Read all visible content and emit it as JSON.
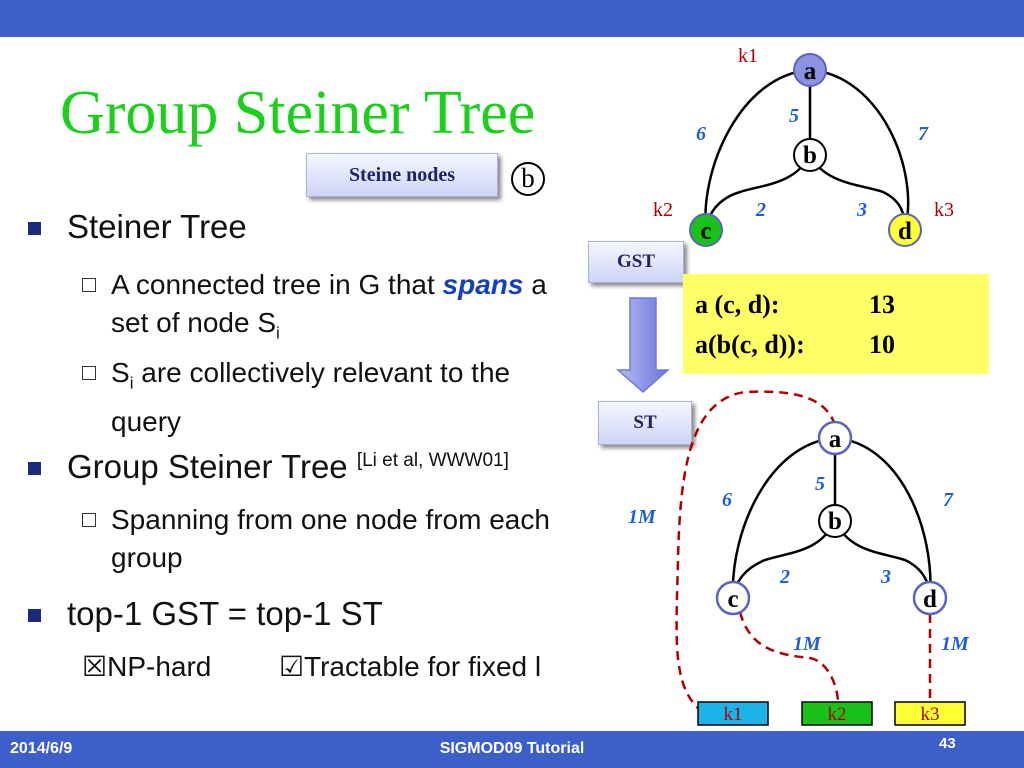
{
  "slide": {
    "title": "Group Steiner Tree",
    "steine_button": "Steine nodes",
    "circled_node": "b",
    "gst_button": "GST",
    "st_button": "ST"
  },
  "bullets": {
    "b1": "Steiner Tree",
    "b1_s1_pre": "A connected tree in G that",
    "b1_s1_em": "spans",
    "b1_s1_post": "a",
    "b1_s1_line2": "set of node S",
    "b1_s1_sub": "i",
    "b1_s2_S": "S",
    "b1_s2_sub": "i",
    "b1_s2_rest": " are collectively relevant to the",
    "b1_s2_line2": "query",
    "b2": "Group Steiner Tree",
    "b2_ref": "[Li et al, WWW01]",
    "b2_s1": "Spanning from one node from each",
    "b2_s1_line2": "group",
    "b3": "top-1 GST = top-1 ST",
    "b3_np_glyph": "☒",
    "b3_np": "NP-hard",
    "b3_tr_glyph": "☑",
    "b3_tr": "Tractable for fixed l"
  },
  "results": {
    "row1_label": "a (c, d):",
    "row1_value": "13",
    "row2_label": "a(b(c, d)):",
    "row2_value": "10"
  },
  "graph_top": {
    "nodes": {
      "a": "a",
      "b": "b",
      "c": "c",
      "d": "d"
    },
    "keywords": {
      "k1": "k1",
      "k2": "k2",
      "k3": "k3"
    },
    "weights": {
      "ab": "5",
      "ac": "6",
      "ad": "7",
      "bc": "2",
      "bd": "3"
    }
  },
  "graph_bottom": {
    "nodes": {
      "a": "a",
      "b": "b",
      "c": "c",
      "d": "d"
    },
    "weights": {
      "ab": "5",
      "ac": "6",
      "ad": "7",
      "bc": "2",
      "bd": "3",
      "k1": "1M",
      "k2": "1M",
      "k3": "1M"
    },
    "keyword_boxes": {
      "k1": "k1",
      "k2": "k2",
      "k3": "k3"
    }
  },
  "footer": {
    "date": "2014/6/9",
    "center": "SIGMOD09 Tutorial",
    "page": "43"
  },
  "colors": {
    "header": "#3d5fc9",
    "title": "#1bd01b",
    "node_a": "#8b93e0",
    "node_c": "#19c219",
    "node_d": "#ffff33",
    "keyword_text": "#b00000",
    "weight_text": "#1f5fd6",
    "dashed_edge": "#b00000",
    "k1_box": "#1ab3ea",
    "k2_box": "#19c219",
    "k3_box": "#ffff33"
  }
}
